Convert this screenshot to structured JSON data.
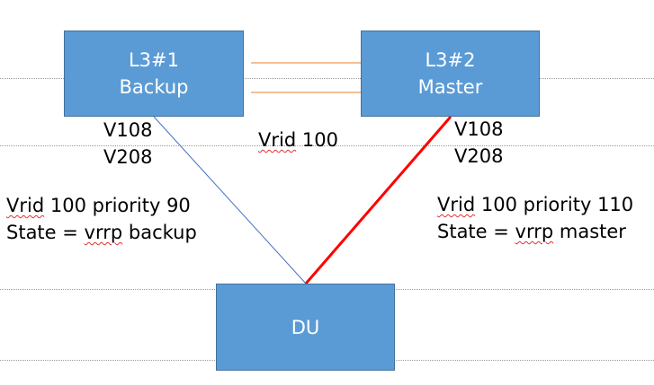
{
  "colors": {
    "box_fill": "#5b9bd5",
    "box_border": "#41719c",
    "link_backup": "#4472c4",
    "link_master": "#ff0000",
    "link_peer": "#ed7d31",
    "text": "#000000"
  },
  "nodes": {
    "l3_1": {
      "name": "L3#1",
      "role": "Backup"
    },
    "l3_2": {
      "name": "L3#2",
      "role": "Master"
    },
    "du": {
      "name": "DU"
    }
  },
  "vlans": {
    "l3_1": [
      "V108",
      "V208"
    ],
    "l3_2": [
      "V108",
      "V208"
    ]
  },
  "peer_link": {
    "vrid_word": "Vrid",
    "vrid_value": "100"
  },
  "backup_info": {
    "vrid_word": "Vrid",
    "priority_text": "100 priority 90",
    "state_prefix": "State = ",
    "state_word": "vrrp",
    "state_suffix": "backup"
  },
  "master_info": {
    "vrid_word": "Vrid",
    "priority_text": "100 priority 110",
    "state_prefix": "State = ",
    "state_word": "vrrp",
    "state_suffix": "master"
  }
}
